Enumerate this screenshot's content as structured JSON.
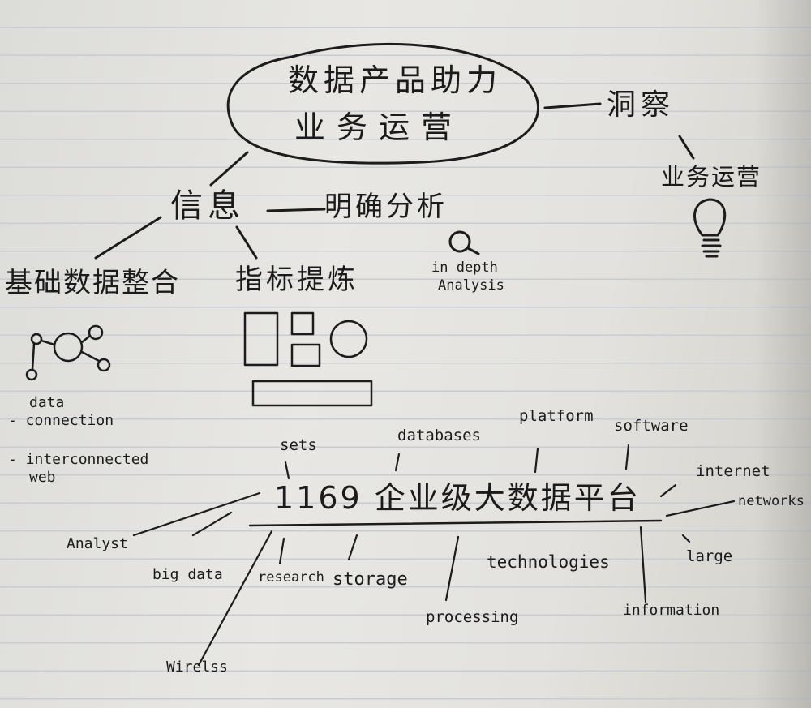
{
  "center": {
    "line1": "数据产品助力",
    "line2": "业务运营"
  },
  "insight": {
    "label": "洞察",
    "child": "业务运营"
  },
  "info": {
    "label": "信息",
    "branch": "明确分析",
    "branch_note": [
      "in depth",
      "Analysis"
    ]
  },
  "base": {
    "label": "基础数据整合",
    "notes": [
      "data",
      "- connection",
      "- interconnected",
      "web"
    ]
  },
  "metrics": {
    "label": "指标提炼"
  },
  "platform": {
    "label": "1169 企业级大数据平台"
  },
  "keywords": {
    "sets": "sets",
    "databases": "databases",
    "platform": "platform",
    "software": "software",
    "internet": "internet",
    "networks": "networks",
    "large": "large",
    "information": "information",
    "technologies": "technologies",
    "processing": "processing",
    "research": "research",
    "storage": "storage",
    "big_data": "big data",
    "analyst": "Analyst",
    "wireless": "Wirelss"
  },
  "icons": [
    "bulb-icon",
    "magnifier-icon",
    "network-nodes-icon",
    "dashboard-icon"
  ]
}
